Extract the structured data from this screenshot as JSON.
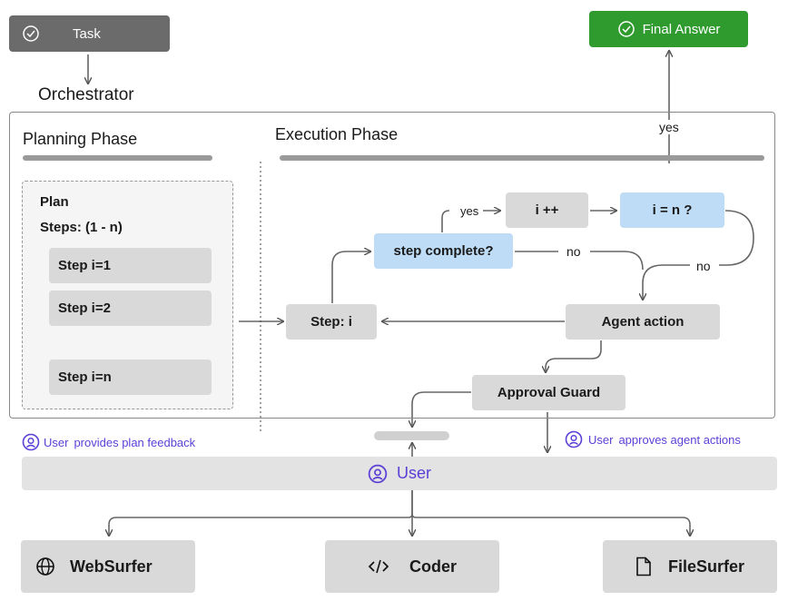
{
  "task": {
    "icon": "check-circle-icon",
    "label": "Task"
  },
  "orchestrator": "Orchestrator",
  "final_answer": {
    "icon": "check-circle-icon",
    "label": "Final Answer"
  },
  "planning": {
    "title": "Planning Phase",
    "plan_title": "Plan",
    "plan_steps": "Steps: (1 - n)",
    "steps": [
      "Step i=1",
      "Step i=2",
      "Step i=n"
    ]
  },
  "execution": {
    "title": "Execution Phase",
    "step_i": "Step: i",
    "step_complete": "step complete?",
    "i_inc": "i ++",
    "i_eq_n": "i = n ?",
    "agent_action": "Agent action",
    "approval_guard": "Approval Guard",
    "labels": {
      "yes_top": "yes",
      "yes_small": "yes",
      "no_1": "no",
      "no_2": "no"
    }
  },
  "feedback": {
    "plan": {
      "user": "User",
      "text": "provides plan feedback"
    },
    "actions": {
      "user": "User",
      "text": "approves agent actions"
    }
  },
  "user_bar": {
    "icon": "user-circle-icon",
    "label": "User"
  },
  "agents": [
    {
      "icon": "globe-icon",
      "label": "WebSurfer"
    },
    {
      "icon": "code-icon",
      "label": "Coder"
    },
    {
      "icon": "file-icon",
      "label": "FileSurfer"
    }
  ],
  "colors": {
    "accent": "#5b3fd6",
    "final_green": "#2f9b2f",
    "task_gray": "#6b6b6b",
    "blue_node": "#bedcf6",
    "gray_node": "#d9d9d9"
  }
}
